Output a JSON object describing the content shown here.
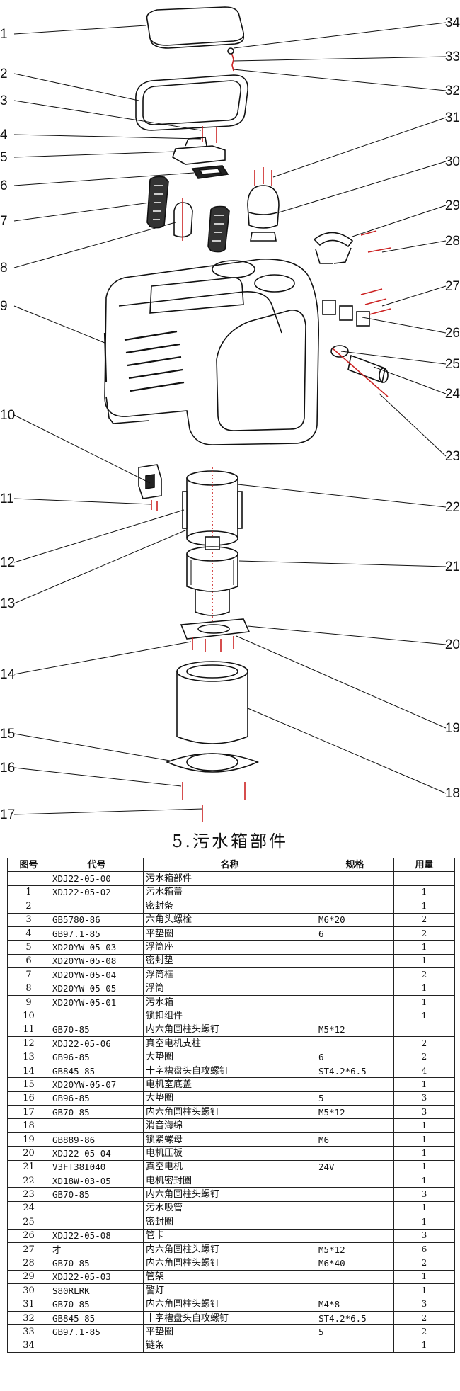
{
  "title": "5.污水箱部件",
  "table": {
    "headers": [
      "图号",
      "代号",
      "名称",
      "规格",
      "用量"
    ],
    "rows": [
      {
        "no": "",
        "code": "XDJ22-05-00",
        "name": "污水箱部件",
        "spec": "",
        "qty": ""
      },
      {
        "no": "1",
        "code": "XDJ22-05-02",
        "name": "污水箱盖",
        "spec": "",
        "qty": "1"
      },
      {
        "no": "2",
        "code": "",
        "name": "密封条",
        "spec": "",
        "qty": "1"
      },
      {
        "no": "3",
        "code": "GB5780-86",
        "name": "六角头螺栓",
        "spec": "M6*20",
        "qty": "2"
      },
      {
        "no": "4",
        "code": "GB97.1-85",
        "name": "平垫圈",
        "spec": "6",
        "qty": "2"
      },
      {
        "no": "5",
        "code": "XD20YW-05-03",
        "name": "浮筒座",
        "spec": "",
        "qty": "1"
      },
      {
        "no": "6",
        "code": "XD20YW-05-08",
        "name": "密封垫",
        "spec": "",
        "qty": "1"
      },
      {
        "no": "7",
        "code": "XD20YW-05-04",
        "name": "浮筒框",
        "spec": "",
        "qty": "2"
      },
      {
        "no": "8",
        "code": "XD20YW-05-05",
        "name": "浮筒",
        "spec": "",
        "qty": "1"
      },
      {
        "no": "9",
        "code": "XD20YW-05-01",
        "name": "污水箱",
        "spec": "",
        "qty": "1"
      },
      {
        "no": "10",
        "code": "",
        "name": "锁扣组件",
        "spec": "",
        "qty": "1"
      },
      {
        "no": "11",
        "code": "GB70-85",
        "name": "内六角圆柱头螺钉",
        "spec": "M5*12",
        "qty": ""
      },
      {
        "no": "12",
        "code": "XDJ22-05-06",
        "name": "真空电机支柱",
        "spec": "",
        "qty": "2"
      },
      {
        "no": "13",
        "code": "GB96-85",
        "name": "大垫圈",
        "spec": "6",
        "qty": "2"
      },
      {
        "no": "14",
        "code": "GB845-85",
        "name": "十字槽盘头自攻螺钉",
        "spec": "ST4.2*6.5",
        "qty": "4"
      },
      {
        "no": "15",
        "code": "XD20YW-05-07",
        "name": "电机室底盖",
        "spec": "",
        "qty": "1"
      },
      {
        "no": "16",
        "code": "GB96-85",
        "name": "大垫圈",
        "spec": "5",
        "qty": "3"
      },
      {
        "no": "17",
        "code": "GB70-85",
        "name": "内六角圆柱头螺钉",
        "spec": "M5*12",
        "qty": "3"
      },
      {
        "no": "18",
        "code": "",
        "name": "消音海绵",
        "spec": "",
        "qty": "1"
      },
      {
        "no": "19",
        "code": "GB889-86",
        "name": "锁紧螺母",
        "spec": "M6",
        "qty": "1"
      },
      {
        "no": "20",
        "code": "XDJ22-05-04",
        "name": "电机压板",
        "spec": "",
        "qty": "1"
      },
      {
        "no": "21",
        "code": "V3FT38I040",
        "name": "真空电机",
        "spec": "24V",
        "qty": "1"
      },
      {
        "no": "22",
        "code": "XD18W-03-05",
        "name": "电机密封圈",
        "spec": "",
        "qty": "1"
      },
      {
        "no": "23",
        "code": "GB70-85",
        "name": "内六角圆柱头螺钉",
        "spec": "",
        "qty": "3"
      },
      {
        "no": "24",
        "code": "",
        "name": "污水吸管",
        "spec": "",
        "qty": "1"
      },
      {
        "no": "25",
        "code": "",
        "name": "密封圈",
        "spec": "",
        "qty": "1"
      },
      {
        "no": "26",
        "code": "XDJ22-05-08",
        "name": "管卡",
        "spec": "",
        "qty": "3"
      },
      {
        "no": "27",
        "code": "才",
        "name": "内六角圆柱头螺钉",
        "spec": "M5*12",
        "qty": "6"
      },
      {
        "no": "28",
        "code": "GB70-85",
        "name": "内六角圆柱头螺钉",
        "spec": "M6*40",
        "qty": "2"
      },
      {
        "no": "29",
        "code": "XDJ22-05-03",
        "name": "管架",
        "spec": "",
        "qty": "1"
      },
      {
        "no": "30",
        "code": "S80RLRK",
        "name": "警灯",
        "spec": "",
        "qty": "1"
      },
      {
        "no": "31",
        "code": "GB70-85",
        "name": "内六角圆柱头螺钉",
        "spec": "M4*8",
        "qty": "3"
      },
      {
        "no": "32",
        "code": "GB845-85",
        "name": "十字槽盘头自攻螺钉",
        "spec": "ST4.2*6.5",
        "qty": "2"
      },
      {
        "no": "33",
        "code": "GB97.1-85",
        "name": "平垫圈",
        "spec": "5",
        "qty": "2"
      },
      {
        "no": "34",
        "code": "",
        "name": "链条",
        "spec": "",
        "qty": "1"
      }
    ]
  },
  "callouts": {
    "left": [
      "1",
      "2",
      "3",
      "4",
      "5",
      "6",
      "7",
      "8",
      "9",
      "10",
      "11",
      "12",
      "13",
      "14",
      "15",
      "16",
      "17"
    ],
    "right": [
      "34",
      "33",
      "32",
      "31",
      "30",
      "29",
      "28",
      "27",
      "26",
      "25",
      "24",
      "23",
      "22",
      "21",
      "20",
      "19",
      "18"
    ]
  }
}
